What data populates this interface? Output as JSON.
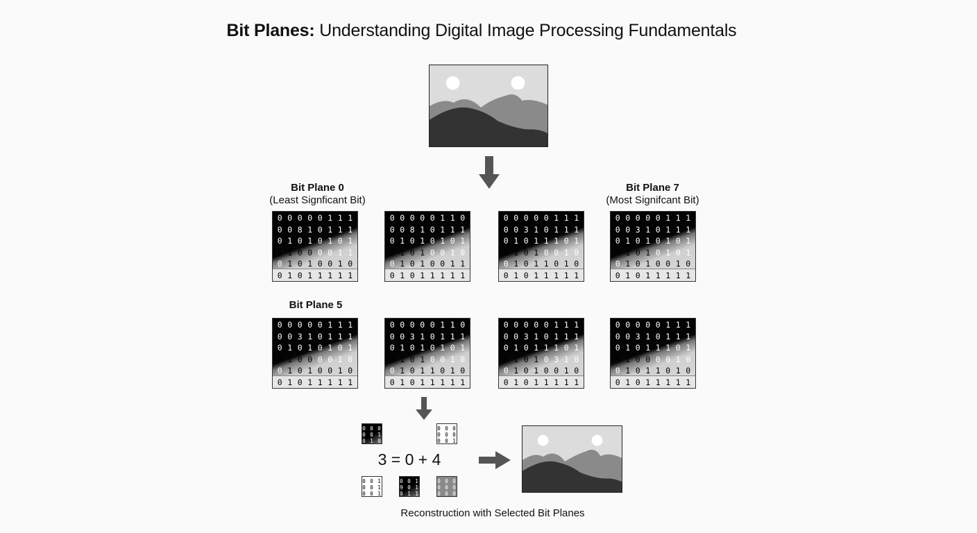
{
  "title": {
    "bold": "Bit Planes:",
    "rest": " Understanding Digital Image Processing Fundamentals"
  },
  "labels": {
    "plane0": {
      "line1": "Bit Plane 0",
      "line2": "(Least Signficant Bit)"
    },
    "plane7": {
      "line1": "Bit Plane 7",
      "line2": "(Most Signifcant Bit)"
    },
    "plane5": {
      "line1": "Bit Plane 5"
    }
  },
  "grids": [
    {
      "rows": [
        "00000111",
        "00810111",
        "01010101",
        "01000011",
        "01010010",
        "01011111"
      ]
    },
    {
      "rows": [
        "00000110",
        "00810111",
        "01010101",
        "01010010",
        "01010011",
        "01011111"
      ]
    },
    {
      "rows": [
        "00000111",
        "00310111",
        "01011101",
        "01010010",
        "01011010",
        "01011111"
      ]
    },
    {
      "rows": [
        "00000111",
        "00310111",
        "01010101",
        "01010101",
        "01010010",
        "01011111"
      ]
    },
    {
      "rows": [
        "00000111",
        "00310111",
        "01010101",
        "01000010",
        "01010010",
        "01011111"
      ]
    },
    {
      "rows": [
        "00000110",
        "00310111",
        "01010101",
        "01010010",
        "01011010",
        "01011111"
      ]
    },
    {
      "rows": [
        "00000111",
        "00310111",
        "01011101",
        "01010310",
        "01010010",
        "01011111"
      ]
    },
    {
      "rows": [
        "00000111",
        "00310111",
        "01011101",
        "01000010",
        "01011010",
        "01011111"
      ]
    }
  ],
  "minis": [
    {
      "rows": [
        "000",
        "001",
        "010"
      ],
      "style": "dark"
    },
    {
      "rows": [
        "000",
        "000",
        "001"
      ],
      "style": "light"
    },
    {
      "rows": [
        "001",
        "001",
        "001"
      ],
      "style": "light"
    },
    {
      "rows": [
        "001",
        "901",
        "011"
      ],
      "style": "dark"
    },
    {
      "rows": [
        "000",
        "000",
        "000"
      ],
      "style": "gray"
    }
  ],
  "equation": "3 = 0 + 4",
  "caption": "Reconstruction with Selected Bit Planes",
  "colors": {
    "background": "#fafafa",
    "ink": "#111111",
    "arrow": "#555555"
  }
}
